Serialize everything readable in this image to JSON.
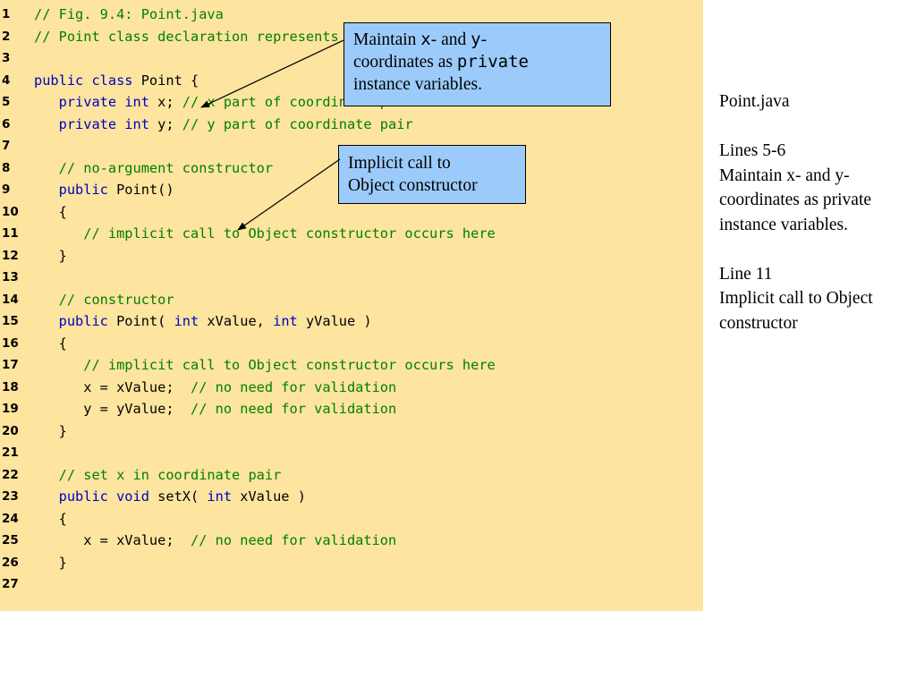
{
  "code_lines": [
    {
      "num": "1",
      "parts": [
        {
          "t": "// Fig. 9.4: Point.java",
          "c": "cm"
        }
      ]
    },
    {
      "num": "2",
      "parts": [
        {
          "t": "// Point class declaration represents an x-y coordinate pair.",
          "c": "cm"
        }
      ]
    },
    {
      "num": "3",
      "parts": []
    },
    {
      "num": "4",
      "parts": [
        {
          "t": "public class",
          "c": "kw"
        },
        {
          "t": " Point {",
          "c": ""
        }
      ]
    },
    {
      "num": "5",
      "parts": [
        {
          "t": "   private int",
          "c": "kw"
        },
        {
          "t": " x; ",
          "c": ""
        },
        {
          "t": "// x part of coordinate pair",
          "c": "cm"
        }
      ]
    },
    {
      "num": "6",
      "parts": [
        {
          "t": "   private int",
          "c": "kw"
        },
        {
          "t": " y; ",
          "c": ""
        },
        {
          "t": "// y part of coordinate pair",
          "c": "cm"
        }
      ]
    },
    {
      "num": "7",
      "parts": []
    },
    {
      "num": "8",
      "parts": [
        {
          "t": "   // no-argument constructor",
          "c": "cm"
        }
      ]
    },
    {
      "num": "9",
      "parts": [
        {
          "t": "   public",
          "c": "kw"
        },
        {
          "t": " Point()",
          "c": ""
        }
      ]
    },
    {
      "num": "10",
      "parts": [
        {
          "t": "   {",
          "c": ""
        }
      ]
    },
    {
      "num": "11",
      "parts": [
        {
          "t": "      // implicit call to Object constructor occurs here",
          "c": "cm"
        }
      ]
    },
    {
      "num": "12",
      "parts": [
        {
          "t": "   }",
          "c": ""
        }
      ]
    },
    {
      "num": "13",
      "parts": []
    },
    {
      "num": "14",
      "parts": [
        {
          "t": "   // constructor",
          "c": "cm"
        }
      ]
    },
    {
      "num": "15",
      "parts": [
        {
          "t": "   public",
          "c": "kw"
        },
        {
          "t": " Point( ",
          "c": ""
        },
        {
          "t": "int",
          "c": "kw"
        },
        {
          "t": " xValue, ",
          "c": ""
        },
        {
          "t": "int",
          "c": "kw"
        },
        {
          "t": " yValue )",
          "c": ""
        }
      ]
    },
    {
      "num": "16",
      "parts": [
        {
          "t": "   {",
          "c": ""
        }
      ]
    },
    {
      "num": "17",
      "parts": [
        {
          "t": "      // implicit call to Object constructor occurs here",
          "c": "cm"
        }
      ]
    },
    {
      "num": "18",
      "parts": [
        {
          "t": "      x = xValue;  ",
          "c": ""
        },
        {
          "t": "// no need for validation",
          "c": "cm"
        }
      ]
    },
    {
      "num": "19",
      "parts": [
        {
          "t": "      y = yValue;  ",
          "c": ""
        },
        {
          "t": "// no need for validation",
          "c": "cm"
        }
      ]
    },
    {
      "num": "20",
      "parts": [
        {
          "t": "   }",
          "c": ""
        }
      ]
    },
    {
      "num": "21",
      "parts": []
    },
    {
      "num": "22",
      "parts": [
        {
          "t": "   // set x in coordinate pair",
          "c": "cm"
        }
      ]
    },
    {
      "num": "23",
      "parts": [
        {
          "t": "   public void",
          "c": "kw"
        },
        {
          "t": " setX( ",
          "c": ""
        },
        {
          "t": "int",
          "c": "kw"
        },
        {
          "t": " xValue )",
          "c": ""
        }
      ]
    },
    {
      "num": "24",
      "parts": [
        {
          "t": "   {",
          "c": ""
        }
      ]
    },
    {
      "num": "25",
      "parts": [
        {
          "t": "      x = xValue;  ",
          "c": ""
        },
        {
          "t": "// no need for validation",
          "c": "cm"
        }
      ]
    },
    {
      "num": "26",
      "parts": [
        {
          "t": "   }",
          "c": ""
        }
      ]
    },
    {
      "num": "27",
      "parts": []
    }
  ],
  "callouts": {
    "maintain": {
      "t1": "Maintain ",
      "m1": "x",
      "t2": "- and ",
      "m2": "y",
      "t3": "-",
      "t4": "coordinates as ",
      "m3": "private",
      "t5": "instance variables."
    },
    "implicit": {
      "line1": "Implicit call to",
      "line2": "Object constructor"
    }
  },
  "side_notes": {
    "file": "Point.java",
    "block1_title": "Lines 5-6",
    "block1_line1": "Maintain x- and y-",
    "block1_line2": "coordinates as private",
    "block1_line3": "instance variables.",
    "block2_title": "Line 11",
    "block2_line1": "Implicit call to Object",
    "block2_line2": "constructor"
  },
  "colors": {
    "code_background": "#fde49f",
    "callout_background": "#9ccbfb",
    "keyword": "#0000c0",
    "comment": "#008000"
  }
}
